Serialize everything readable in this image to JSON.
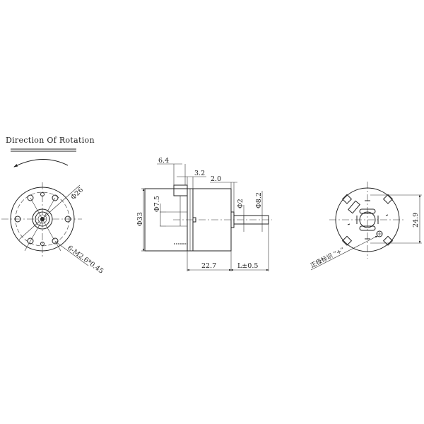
{
  "title": "Direction Of Rotation",
  "colors": {
    "line": "#222222",
    "background": "#ffffff"
  },
  "front_view": {
    "dim_pcd": "Φ26",
    "dim_holes": "6-M2.6*0.45"
  },
  "side_view": {
    "dim_boss_width": "6.4",
    "dim_flange": "3.2",
    "dim_gap": "2.0",
    "dim_body_dia": "Φ33",
    "dim_boss_dia": "Φ7.5",
    "dim_shaft_dia": "Φ2",
    "dim_bush_dia": "Φ8.2",
    "dim_body_length": "22.7",
    "dim_shaft_length": "L±0.5"
  },
  "rear_view": {
    "dim_terminal_spacing": "24.9",
    "polarity_label": "正极标识 “+”"
  }
}
